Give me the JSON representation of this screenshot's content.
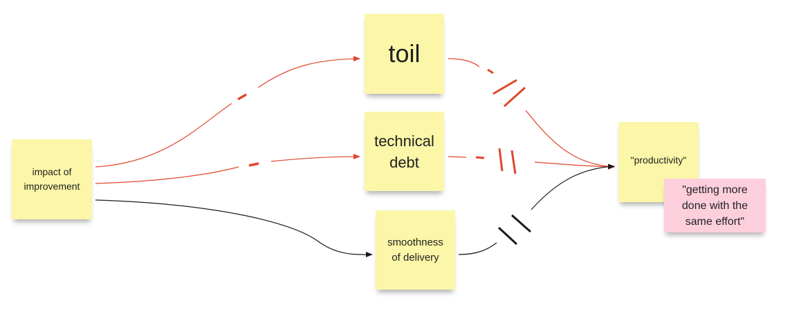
{
  "notes": {
    "impact": {
      "text": "impact of\nimprovement",
      "color": "#fbf6a8"
    },
    "toil": {
      "text": "toil",
      "color": "#fbf6a8"
    },
    "technical_debt": {
      "text": "technical\ndebt",
      "color": "#fbf6a8"
    },
    "smoothness": {
      "text": "smoothness\nof delivery",
      "color": "#fbf6a8"
    },
    "productivity": {
      "text": "\"productivity\"",
      "color": "#fbf6a8"
    },
    "effort": {
      "text": "\"getting more\ndone with the\nsame effort\"",
      "color": "#fdcfdc"
    }
  },
  "connectors": [
    {
      "from": "impact of improvement",
      "to": "toil",
      "color": "#e0472b",
      "polarity": "opposite"
    },
    {
      "from": "impact of improvement",
      "to": "technical debt",
      "color": "#e0472b",
      "polarity": "opposite"
    },
    {
      "from": "impact of improvement",
      "to": "smoothness of delivery",
      "color": "#1a1a1a",
      "polarity": "same"
    },
    {
      "from": "toil",
      "to": "\"productivity\"",
      "color": "#e0472b",
      "polarity": "opposite",
      "delay": true
    },
    {
      "from": "technical debt",
      "to": "\"productivity\"",
      "color": "#e0472b",
      "polarity": "opposite",
      "delay": true
    },
    {
      "from": "smoothness of delivery",
      "to": "\"productivity\"",
      "color": "#1a1a1a",
      "polarity": "same",
      "delay": true
    }
  ]
}
